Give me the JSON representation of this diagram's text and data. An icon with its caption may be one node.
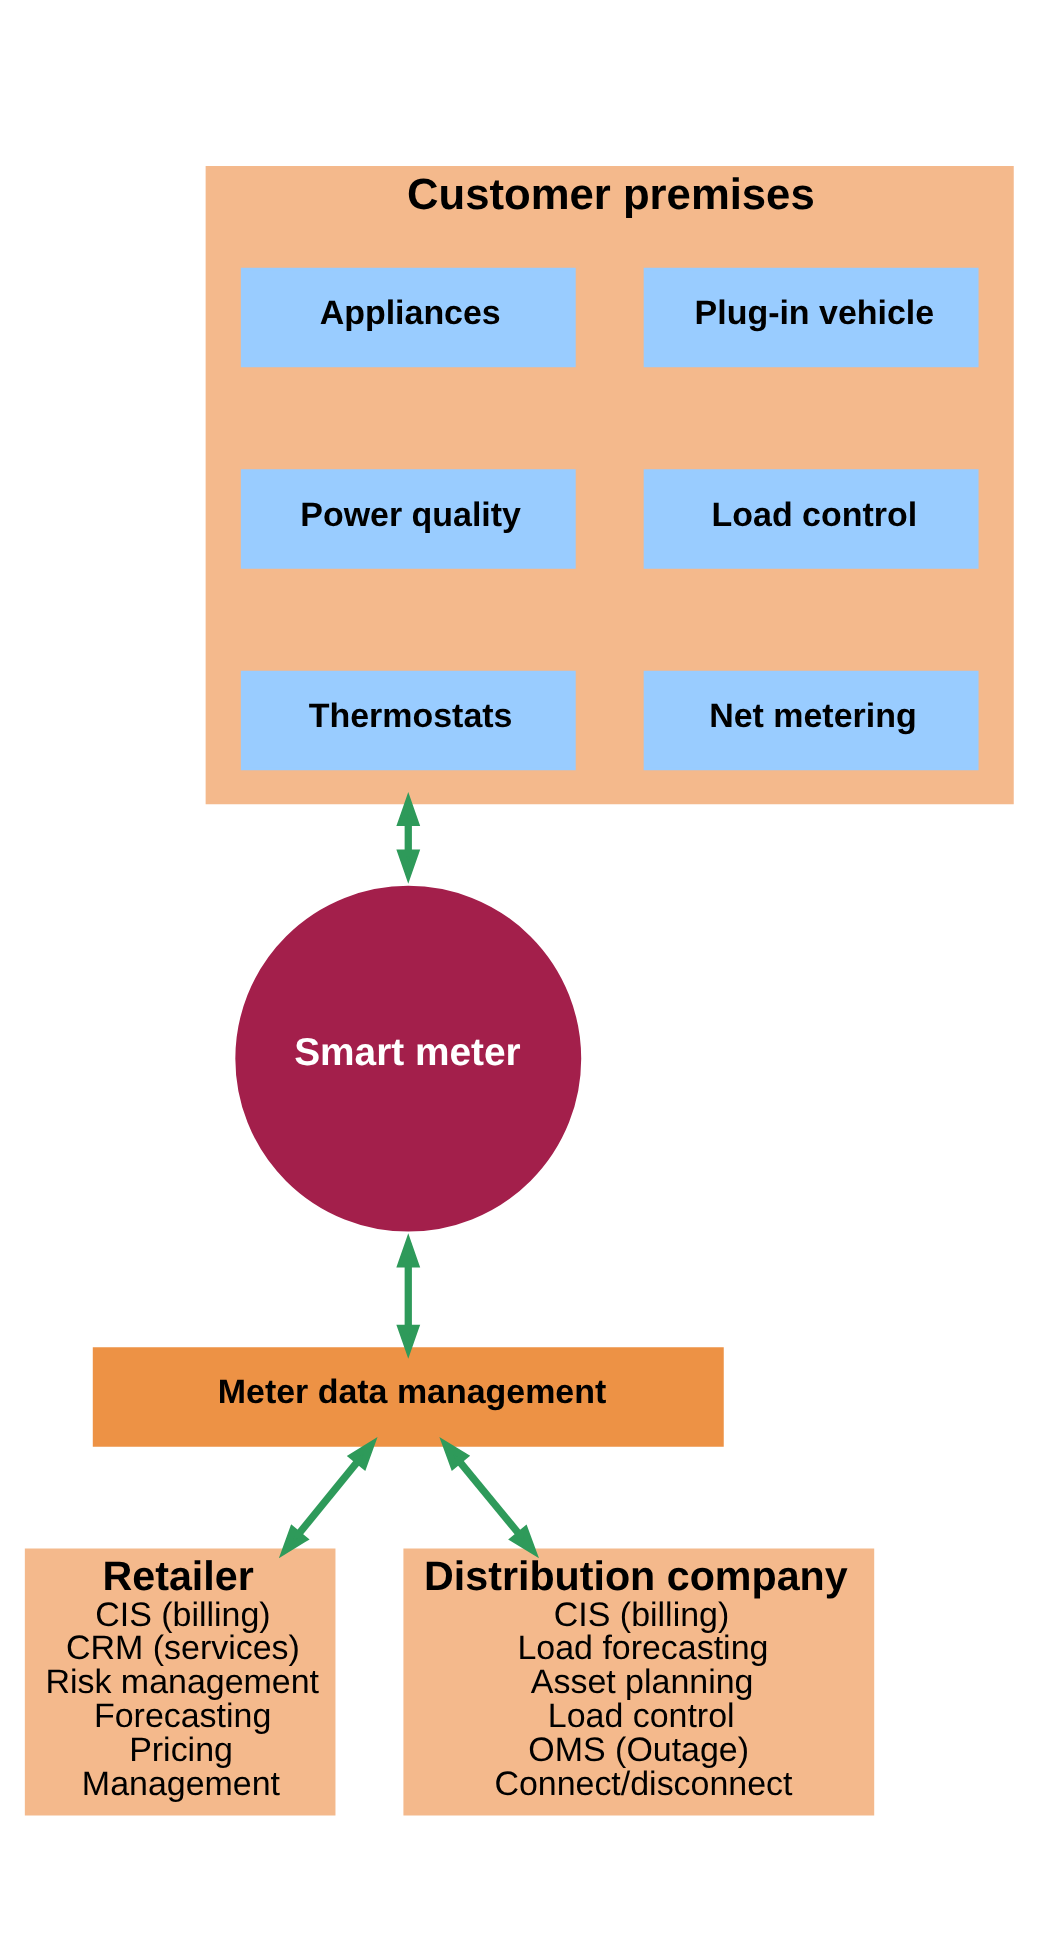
{
  "diagram": {
    "nodes": [
      {
        "text": [
          "Customer premises"
        ]
      },
      {
        "text": [
          "Plug-in vehicle"
        ],
        "in": 0
      },
      {
        "text": [
          "Appliances"
        ],
        "in": 0
      },
      {
        "text": [
          "Load control"
        ],
        "in": 0
      },
      {
        "text": [
          "Power quality"
        ],
        "in": 0
      },
      {
        "text": [
          "Net metering"
        ],
        "in": 0
      },
      {
        "text": [
          "Thermostats"
        ],
        "in": 0
      },
      {
        "text": [
          "Smart meter"
        ]
      },
      {
        "text": [
          "Meter data management"
        ]
      },
      {
        "text": [
          "Retailer",
          "CIS (billing)",
          "CRM (services)",
          "Risk management",
          "Forecasting",
          "Pricing",
          "Management"
        ]
      },
      {
        "text": [
          "Distribution company",
          "CIS (billing)",
          "Load forecasting",
          "Asset planning",
          "Load control",
          "OMS (Outage)",
          "Connect/disconnect"
        ]
      }
    ],
    "edges": [
      {
        "from": 0,
        "to": 7,
        "arrow": "both"
      },
      {
        "from": 7,
        "to": 8,
        "arrow": "both"
      },
      {
        "from": 8,
        "to": 9,
        "arrow": "both"
      },
      {
        "from": 8,
        "to": 10,
        "arrow": "both"
      }
    ]
  }
}
